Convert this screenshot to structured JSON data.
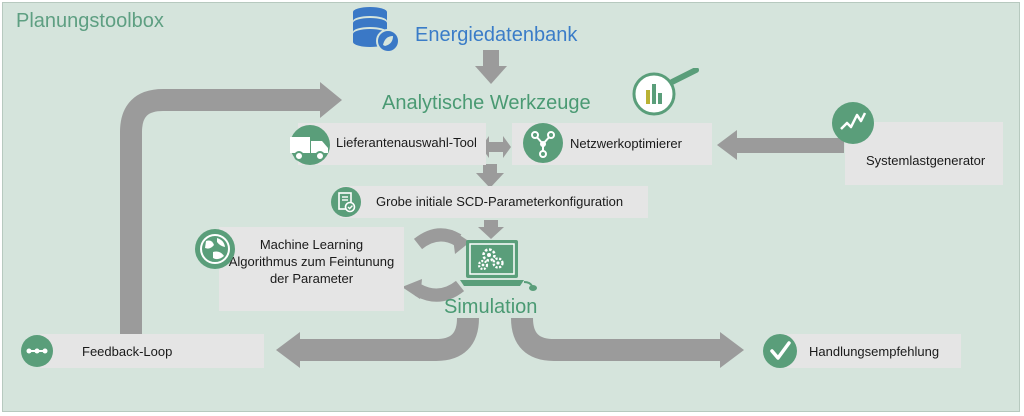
{
  "diagram": {
    "title": "Planungstoolbox",
    "nodes": {
      "database": {
        "label": "Energiedatenbank"
      },
      "analytics": {
        "label": "Analytische Werkzeuge"
      },
      "supplier_tool": {
        "label": "Lieferantenauswahl-Tool"
      },
      "network_optimizer": {
        "label": "Netzwerkoptimierer"
      },
      "load_generator": {
        "label": "Systemlastgenerator"
      },
      "parameter_config": {
        "label": "Grobe initiale SCD-Parameterkonfiguration"
      },
      "ml_tuning": {
        "lines": [
          "Machine Learning",
          "Algorithmus zum Feintunung",
          "der Parameter"
        ]
      },
      "simulation": {
        "label": "Simulation"
      },
      "feedback": {
        "label": "Feedback-Loop"
      },
      "recommendation": {
        "label": "Handlungsempfehlung"
      }
    },
    "colors": {
      "icon_green": "#5a9e7a",
      "database_blue": "#3a78c6",
      "arrow_gray": "#9b9b9b",
      "panel_bg": "#d5e4dc",
      "box_bg": "#e5e5e5"
    }
  }
}
